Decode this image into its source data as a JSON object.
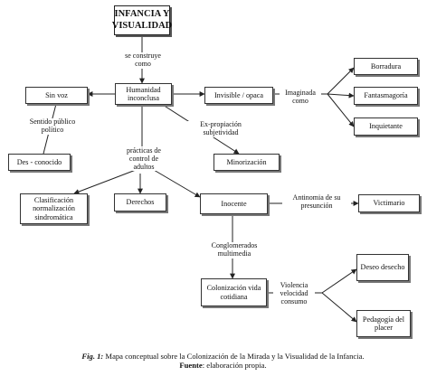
{
  "diagram": {
    "nodes": {
      "infancia": "INFANCIA Y VISUALIDAD",
      "humanidad": "Humanidad inconclusa",
      "sin_voz": "Sin voz",
      "des_conocido": "Des - conocido",
      "invisible": "Invisible / opaca",
      "borradura": "Borradura",
      "fantasmagoria": "Fantasmagoría",
      "inquietante": "Inquietante",
      "minorizacion": "Minorización",
      "clasificacion": "Clasificación normalización sindromática",
      "derechos": "Derechos",
      "inocente": "Inocente",
      "victimario": "Victimario",
      "colonizacion": "Colonización vida cotidiana",
      "deseo": "Deseo desecho",
      "pedagogia": "Pedagogía del placer"
    },
    "edge_labels": {
      "se_construye": "se construye como",
      "sentido_publico": "Sentido público político",
      "imaginada": "Imaginada como",
      "ex_propiacion": "Ex-propiación subjetividad",
      "practicas": "prácticas de control de adultos",
      "antinomia": "Antinomia de su presunción",
      "conglomerados": "Conglomerados multimedia",
      "violencia": "Violencia velocidad consumo"
    }
  },
  "caption": {
    "figure_label": "Fig. 1:",
    "figure_text": " Mapa conceptual sobre la Colonización de la Mirada y la Visualidad de la Infancia.",
    "source_label": "Fuente",
    "source_text": ": elaboración propia."
  }
}
